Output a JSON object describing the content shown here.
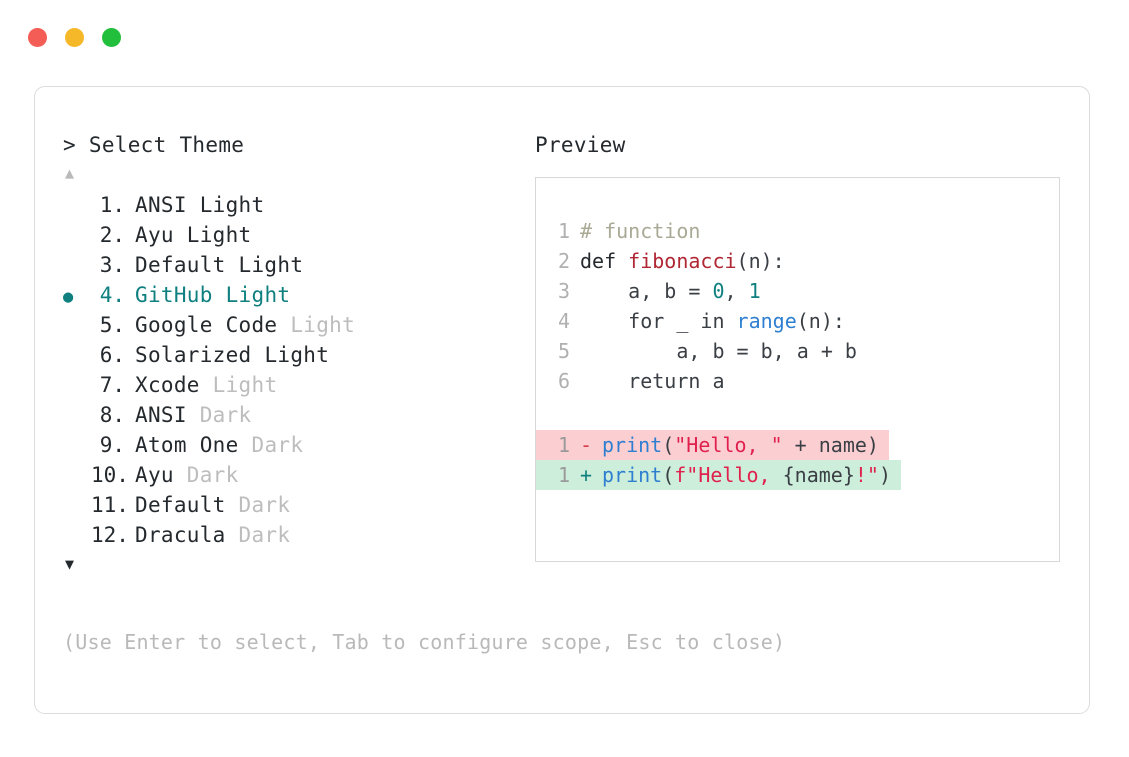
{
  "window": {
    "traffic_lights": [
      {
        "name": "close",
        "color": "#f45c56"
      },
      {
        "name": "minimize",
        "color": "#f5b828"
      },
      {
        "name": "maximize",
        "color": "#22bf3c"
      }
    ]
  },
  "selector": {
    "prompt": "> Select Theme",
    "scroll_up": "▲",
    "scroll_down": "▼",
    "bullet": "●",
    "selected_index": 4,
    "items": [
      {
        "number": "1.",
        "name": "ANSI",
        "tag": "Light",
        "tag_muted": false,
        "selected": false
      },
      {
        "number": "2.",
        "name": "Ayu",
        "tag": "Light",
        "tag_muted": false,
        "selected": false
      },
      {
        "number": "3.",
        "name": "Default",
        "tag": "Light",
        "tag_muted": false,
        "selected": false
      },
      {
        "number": "4.",
        "name": "GitHub",
        "tag": "Light",
        "tag_muted": false,
        "selected": true
      },
      {
        "number": "5.",
        "name": "Google Code",
        "tag": "Light",
        "tag_muted": true,
        "selected": false
      },
      {
        "number": "6.",
        "name": "Solarized",
        "tag": "Light",
        "tag_muted": false,
        "selected": false
      },
      {
        "number": "7.",
        "name": "Xcode",
        "tag": "Light",
        "tag_muted": true,
        "selected": false
      },
      {
        "number": "8.",
        "name": "ANSI",
        "tag": "Dark",
        "tag_muted": true,
        "selected": false
      },
      {
        "number": "9.",
        "name": "Atom One",
        "tag": "Dark",
        "tag_muted": true,
        "selected": false
      },
      {
        "number": "10.",
        "name": "Ayu",
        "tag": "Dark",
        "tag_muted": true,
        "selected": false
      },
      {
        "number": "11.",
        "name": "Default",
        "tag": "Dark",
        "tag_muted": true,
        "selected": false
      },
      {
        "number": "12.",
        "name": "Dracula",
        "tag": "Dark",
        "tag_muted": true,
        "selected": false
      }
    ],
    "hint": "(Use Enter to select, Tab to configure scope, Esc to close)"
  },
  "preview": {
    "title": "Preview",
    "code_lines": [
      {
        "ln": "1",
        "tokens": [
          {
            "t": "# function",
            "c": "tok-comment"
          }
        ]
      },
      {
        "ln": "2",
        "tokens": [
          {
            "t": "def ",
            "c": "tok-keyword"
          },
          {
            "t": "fibonacci",
            "c": "tok-func"
          },
          {
            "t": "(n):",
            "c": "tok-plain"
          }
        ]
      },
      {
        "ln": "3",
        "tokens": [
          {
            "t": "    a, b = ",
            "c": "tok-plain"
          },
          {
            "t": "0",
            "c": "tok-num"
          },
          {
            "t": ", ",
            "c": "tok-plain"
          },
          {
            "t": "1",
            "c": "tok-num"
          }
        ]
      },
      {
        "ln": "4",
        "tokens": [
          {
            "t": "    for _ in ",
            "c": "tok-plain"
          },
          {
            "t": "range",
            "c": "tok-builtin"
          },
          {
            "t": "(n):",
            "c": "tok-plain"
          }
        ]
      },
      {
        "ln": "5",
        "tokens": [
          {
            "t": "        a, b = b, a + b",
            "c": "tok-plain"
          }
        ]
      },
      {
        "ln": "6",
        "tokens": [
          {
            "t": "    return a",
            "c": "tok-plain"
          }
        ]
      }
    ],
    "diff_lines": [
      {
        "ln": "1",
        "kind": "del",
        "sign": "-",
        "tokens": [
          {
            "t": "print",
            "c": "tok-builtin"
          },
          {
            "t": "(",
            "c": "tok-plain"
          },
          {
            "t": "\"Hello, \"",
            "c": "tok-string"
          },
          {
            "t": " + name)",
            "c": "tok-plain"
          }
        ]
      },
      {
        "ln": "1",
        "kind": "add",
        "sign": "+",
        "tokens": [
          {
            "t": "print",
            "c": "tok-builtin"
          },
          {
            "t": "(",
            "c": "tok-plain"
          },
          {
            "t": "f\"Hello, ",
            "c": "tok-string"
          },
          {
            "t": "{name}",
            "c": "tok-plain"
          },
          {
            "t": "!\"",
            "c": "tok-string"
          },
          {
            "t": ")",
            "c": "tok-plain"
          }
        ]
      }
    ]
  }
}
